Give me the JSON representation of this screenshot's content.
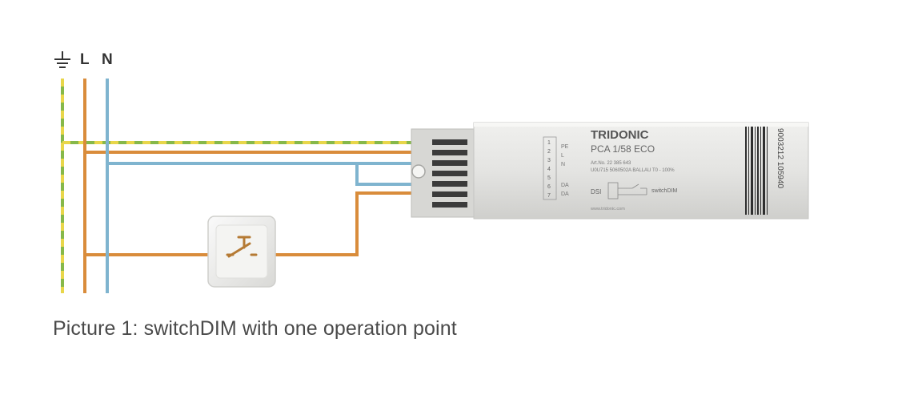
{
  "terminals": {
    "earth_icon": "ground-symbol",
    "live_label": "L",
    "neutral_label": "N"
  },
  "ballast": {
    "brand": "TRIDONIC",
    "model": "PCA 1/58 ECO",
    "article_line": "Art.No. 22 385 643",
    "spec_line": "U0U715 5060502A BALLAU T0 - 100%",
    "terminal_numbers": [
      "1",
      "2",
      "3",
      "4",
      "5",
      "6",
      "7"
    ],
    "terminal_tags": [
      "PE",
      "L",
      "N",
      "DA",
      "DA"
    ],
    "dsi_label": "DSI",
    "switchdim_label": "switchDIM",
    "website": "www.tridonic.com",
    "barcode_number": "9003212 105940"
  },
  "switch": {
    "icon": "push-button-switch"
  },
  "colors": {
    "earth_green": "#86b84a",
    "earth_yellow": "#e8d64a",
    "live": "#d98c3b",
    "neutral": "#7fb4cf",
    "ballast_body": "#e3e3e1",
    "caption_text": "#4a4a4a"
  },
  "caption": "Picture 1: switchDIM with one operation point"
}
